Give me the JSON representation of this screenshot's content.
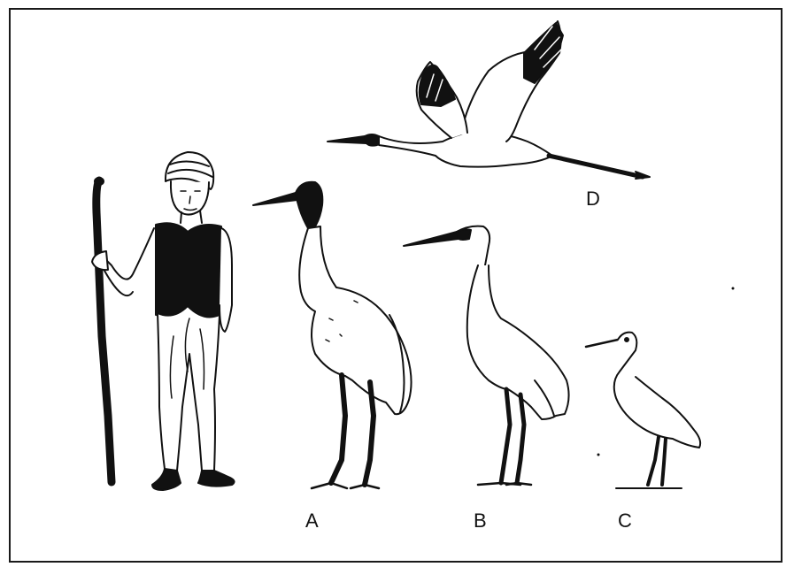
{
  "labels": {
    "a": "A",
    "b": "B",
    "c": "C",
    "d": "D"
  },
  "figures": [
    "human-with-staff",
    "crane-a",
    "crane-b",
    "egret-c",
    "flying-crane-d"
  ],
  "colors": {
    "ink": "#111111",
    "paper": "#ffffff"
  }
}
